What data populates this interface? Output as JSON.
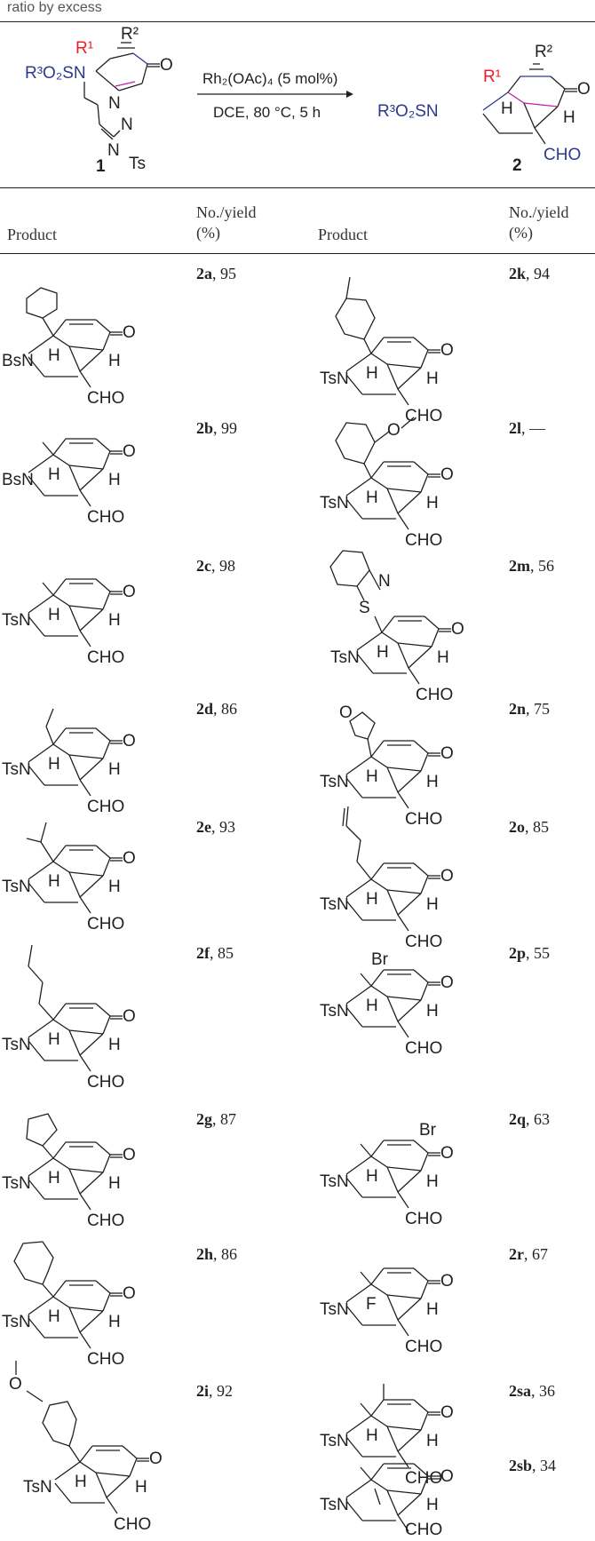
{
  "header": {
    "top_text": "ratio by excess"
  },
  "scheme": {
    "reagent": "Rh₂(OAc)₄ (5 mol%)",
    "conditions": "DCE, 80 °C, 5 h",
    "sm_label": "1",
    "product_label": "2"
  },
  "table": {
    "col_product": "Product",
    "col_yield": "No./yield (%)",
    "left": [
      {
        "id": "2a",
        "yield": "95"
      },
      {
        "id": "2b",
        "yield": "99"
      },
      {
        "id": "2c",
        "yield": "98"
      },
      {
        "id": "2d",
        "yield": "86"
      },
      {
        "id": "2e",
        "yield": "93"
      },
      {
        "id": "2f",
        "yield": "85"
      },
      {
        "id": "2g",
        "yield": "87"
      },
      {
        "id": "2h",
        "yield": "86"
      },
      {
        "id": "2i",
        "yield": "92"
      }
    ],
    "right": [
      {
        "id": "2k",
        "yield": "94"
      },
      {
        "id": "2l",
        "yield": "—"
      },
      {
        "id": "2m",
        "yield": "56"
      },
      {
        "id": "2n",
        "yield": "75"
      },
      {
        "id": "2o",
        "yield": "85"
      },
      {
        "id": "2p",
        "yield": "55"
      },
      {
        "id": "2q",
        "yield": "63"
      },
      {
        "id": "2r",
        "yield": "67"
      },
      {
        "id": "2sa",
        "yield": "36"
      },
      {
        "id": "2sb",
        "yield": "34"
      }
    ]
  },
  "labels": {
    "sulfonyl_generic": "R³O₂SN",
    "r1": "R¹",
    "r2": "R²",
    "ts": "Ts",
    "tsn": "TsN",
    "bsn": "BsN",
    "h": "H",
    "o": "O",
    "cho": "CHO",
    "n": "N",
    "s": "S",
    "br": "Br",
    "f": "F"
  }
}
